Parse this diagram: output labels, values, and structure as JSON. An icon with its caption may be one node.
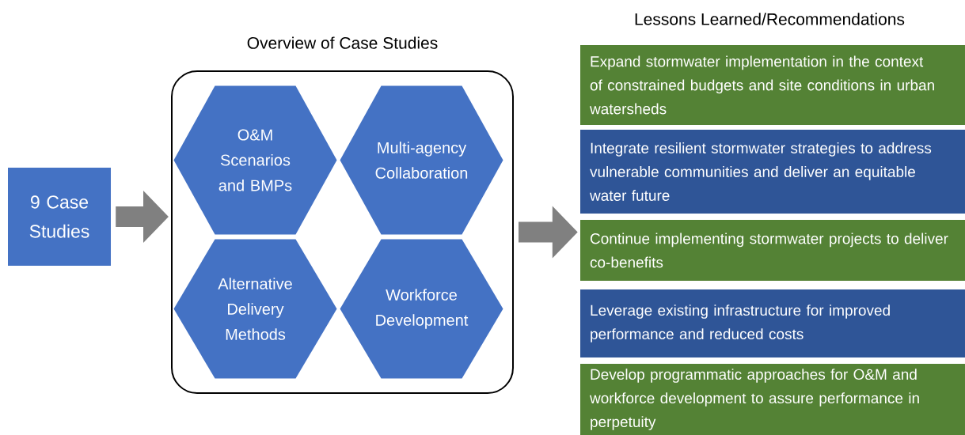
{
  "diagram": {
    "nodes": [
      {
        "text": [
          "9 Case Studies"
        ]
      },
      {
        "text": [
          "Overview of Case Studies"
        ]
      },
      {
        "text": [
          "O&M Scenarios and BMPs"
        ],
        "in": 1
      },
      {
        "text": [
          "Multi-agency Collaboration"
        ],
        "in": 1
      },
      {
        "text": [
          "Alternative Delivery Methods"
        ],
        "in": 1
      },
      {
        "text": [
          "Workforce Development"
        ],
        "in": 1
      },
      {
        "text": [
          "Expand stormwater implementation in the context of constrained budgets and site conditions in urban watersheds"
        ]
      },
      {
        "text": [
          "Integrate resilient stormwater strategies to address vulnerable communities and deliver an equitable water future"
        ]
      },
      {
        "text": [
          "Continue implementing stormwater projects to deliver co-benefits"
        ]
      },
      {
        "text": [
          "Leverage existing infrastructure for improved performance and reduced costs"
        ]
      },
      {
        "text": [
          "Develop programmatic approaches for O&M and workforce development to assure performance in perpetuity"
        ]
      }
    ],
    "edges": [
      {
        "from": 0,
        "to": 1,
        "arrow": "to"
      },
      {
        "from": 1,
        "to": 8,
        "arrow": "to"
      }
    ],
    "labels": [
      "Lessons Learned/Recommendations"
    ]
  }
}
